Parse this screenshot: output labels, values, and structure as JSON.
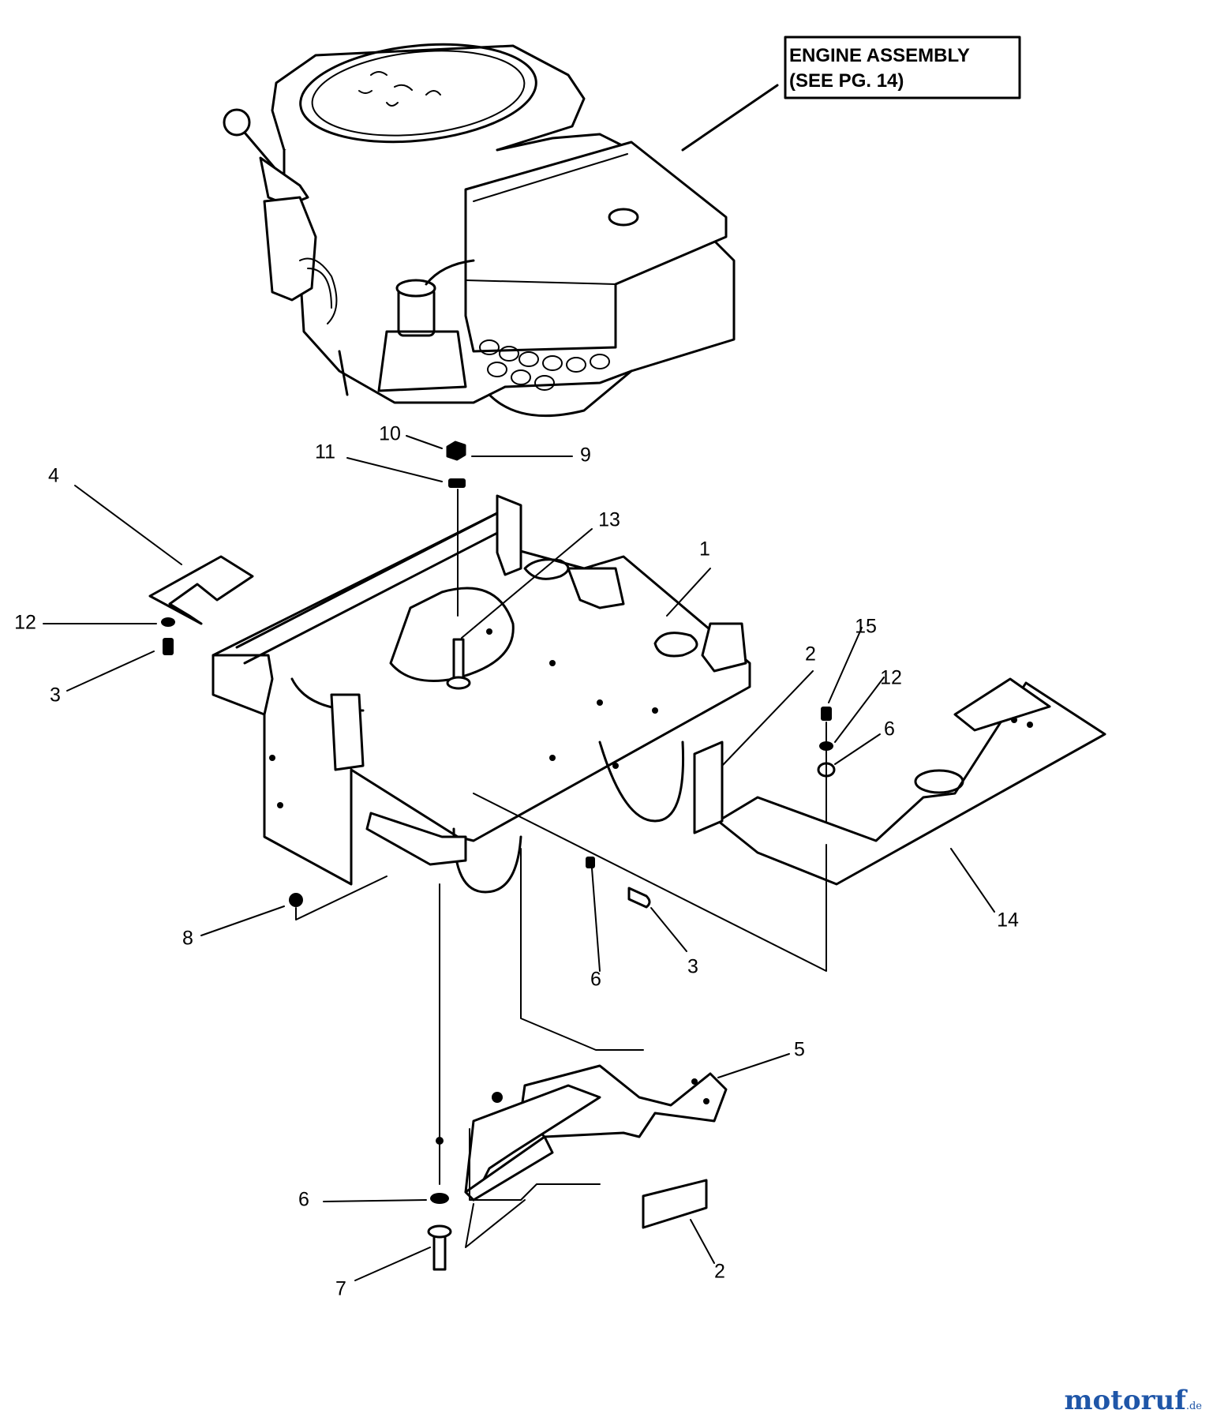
{
  "note": {
    "line1": "ENGINE ASSEMBLY",
    "line2": "(SEE PG. 14)"
  },
  "callouts": [
    "1",
    "2",
    "2",
    "3",
    "3",
    "4",
    "5",
    "6",
    "6",
    "6",
    "7",
    "8",
    "9",
    "10",
    "11",
    "12",
    "12",
    "13",
    "14",
    "15"
  ],
  "watermark": {
    "brand": "motoruf",
    "tld": ".de",
    "color": "#1f56a8"
  }
}
